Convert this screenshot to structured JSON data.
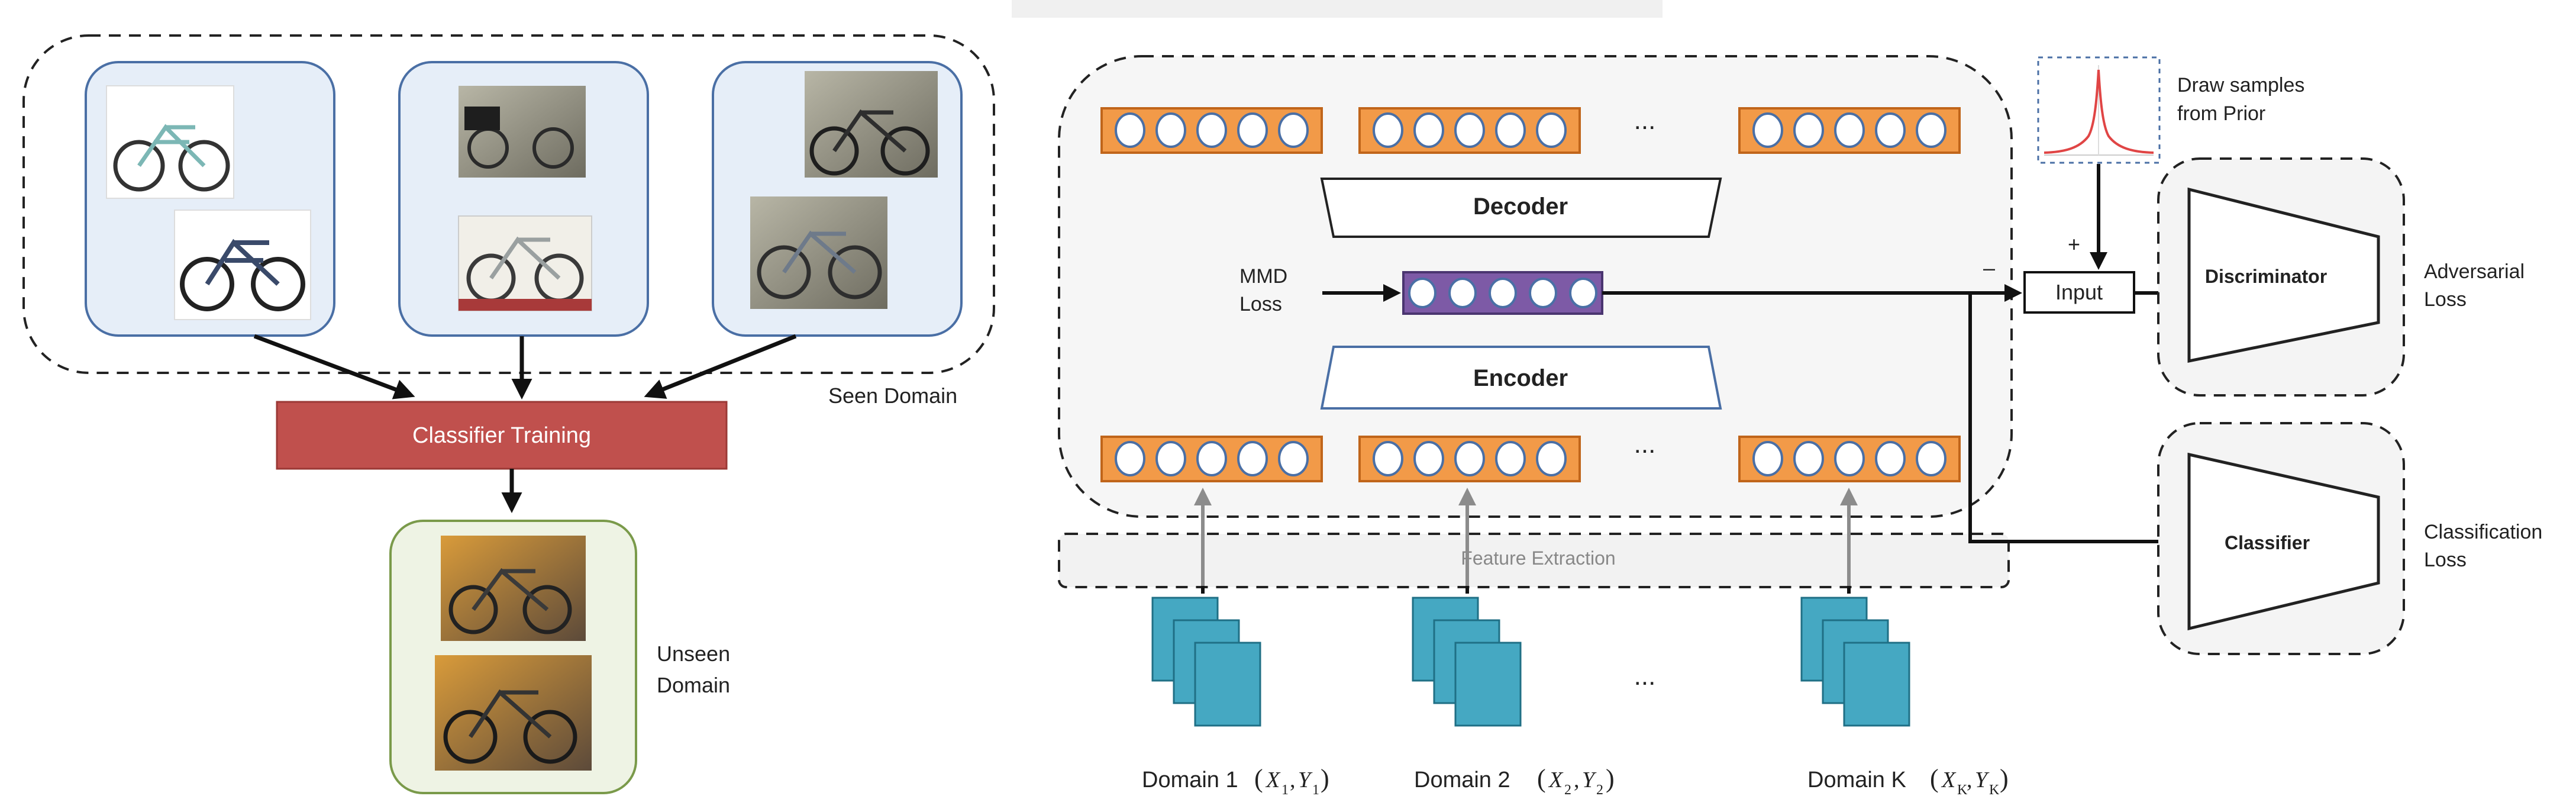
{
  "left_panel": {
    "seen_domain_label": "Seen Domain",
    "classifier_training_label": "Classifier Training",
    "unseen_domain_label_line1": "Unseen",
    "unseen_domain_label_line2": "Domain"
  },
  "right_panel": {
    "decoder_label": "Decoder",
    "encoder_label": "Encoder",
    "mmd_loss_line1": "MMD",
    "mmd_loss_line2": "Loss",
    "ellipsis": "...",
    "prior_label_line1": "Draw samples",
    "prior_label_line2": "from Prior",
    "plus_sign": "+",
    "minus_sign": "–",
    "input_label": "Input",
    "discriminator_label": "Discriminator",
    "classifier_label": "Classifier",
    "adversarial_loss_line1": "Adversarial",
    "adversarial_loss_line2": "Loss",
    "classification_loss_line1": "Classification",
    "classification_loss_line2": "Loss",
    "feature_extraction_label": "Feature Extraction",
    "domain1": {
      "name": "Domain 1",
      "x": "X",
      "x_sub": "1",
      "y": "Y",
      "y_sub": "1"
    },
    "domain2": {
      "name": "Domain 2",
      "x": "X",
      "x_sub": "2",
      "y": "Y",
      "y_sub": "2"
    },
    "domainK": {
      "name": "Domain K",
      "x": "X",
      "x_sub": "K",
      "y": "Y",
      "y_sub": "K"
    }
  },
  "colors": {
    "dashed_border": "#222222",
    "seen_box_fill": "#e6eef8",
    "seen_box_stroke": "#4a6fa5",
    "classifier_training_fill": "#c0504d",
    "unseen_box_fill": "#eef3e4",
    "unseen_box_stroke": "#7a9a4a",
    "feature_fill": "#f29a48",
    "feature_stroke": "#c0651a",
    "latent_fill": "#7d5aa6",
    "circle_stroke": "#4a6fa5",
    "doc_fill": "#45a8c2",
    "doc_stroke": "#1f6f85",
    "prior_curve": "#e04545",
    "photo_fill": "#8a8a7a"
  },
  "icons": {
    "photo": "bicycle-photo-icon",
    "document": "domain-document-icon",
    "prior": "laplace-prior-curve-icon"
  }
}
